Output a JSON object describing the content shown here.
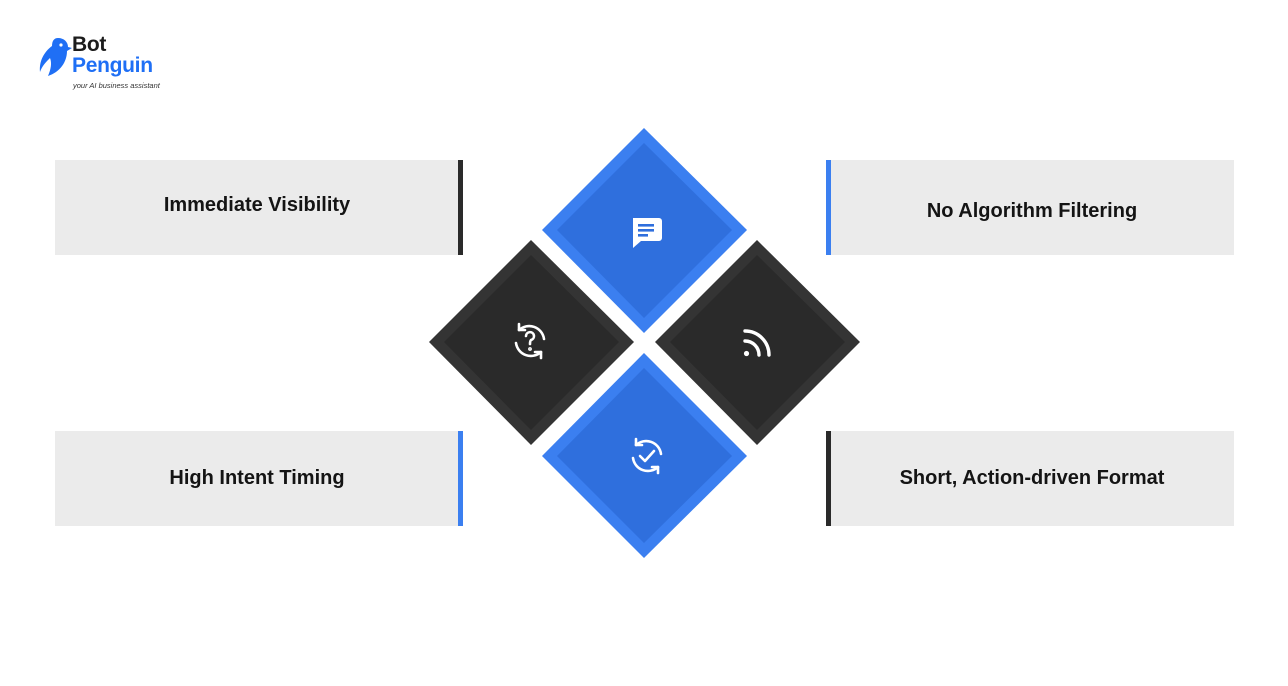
{
  "brand": {
    "name_line1": "Bot",
    "name_line2": "Penguin",
    "tagline": "your AI business assistant"
  },
  "features": {
    "top_left": "Immediate Visibility",
    "top_right": "No Algorithm Filtering",
    "bottom_left": "High Intent Timing",
    "bottom_right": "Short, Action-driven Format"
  },
  "icons": {
    "top": "chat-message-icon",
    "left": "question-refresh-icon",
    "right": "rss-feed-icon",
    "bottom": "check-refresh-icon"
  },
  "colors": {
    "blue": "#2f6fdd",
    "blue_light": "#3b7ff0",
    "dark": "#2a2a2a",
    "dark_light": "#343434",
    "card_bg": "#ebebeb",
    "brand_blue": "#1f6ff5"
  }
}
